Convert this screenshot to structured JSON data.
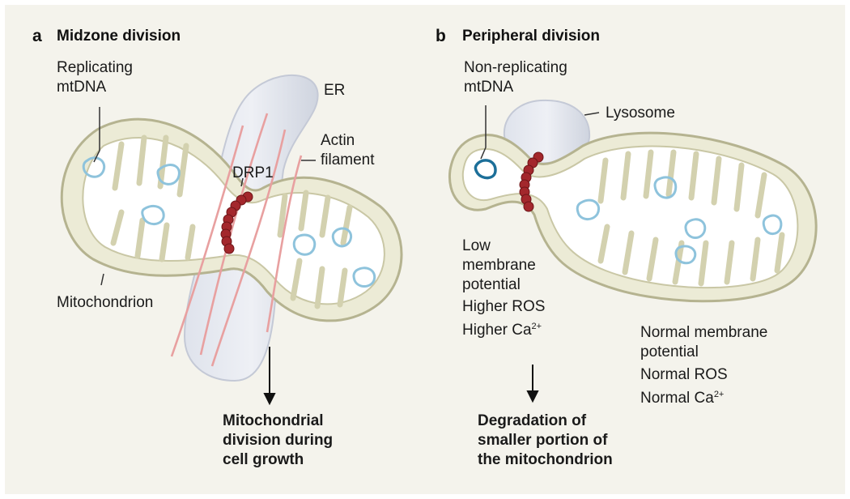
{
  "panel_a": {
    "letter": "a",
    "title": "Midzone division",
    "labels": {
      "replicating_mtdna": "Replicating\nmtDNA",
      "er": "ER",
      "actin_filament": "Actin\nfilament",
      "drp1": "DRP1",
      "mitochondrion": "Mitochondrion"
    },
    "outcome": "Mitochondrial\ndivision during\ncell growth"
  },
  "panel_b": {
    "letter": "b",
    "title": "Peripheral division",
    "labels": {
      "non_replicating_mtdna": "Non-replicating\nmtDNA",
      "lysosome": "Lysosome"
    },
    "small_portion": {
      "membrane": "Low\nmembrane\npotential",
      "ros": "Higher ROS",
      "ca_base": "Higher Ca",
      "ca_sup": "2+"
    },
    "large_portion": {
      "membrane": "Normal membrane\npotential",
      "ros": "Normal ROS",
      "ca_base": "Normal Ca",
      "ca_sup": "2+"
    },
    "outcome": "Degradation of\nsmaller portion of\nthe mitochondrion"
  },
  "colors": {
    "background": "#f4f3ec",
    "membrane": "#ecebd6",
    "drp1": "#a3272c",
    "actin": "#e8a0a0",
    "mtdna": "#8ec3dc",
    "non_replicating_mtdna": "#1c6f99",
    "er": "#dfe3ec"
  }
}
